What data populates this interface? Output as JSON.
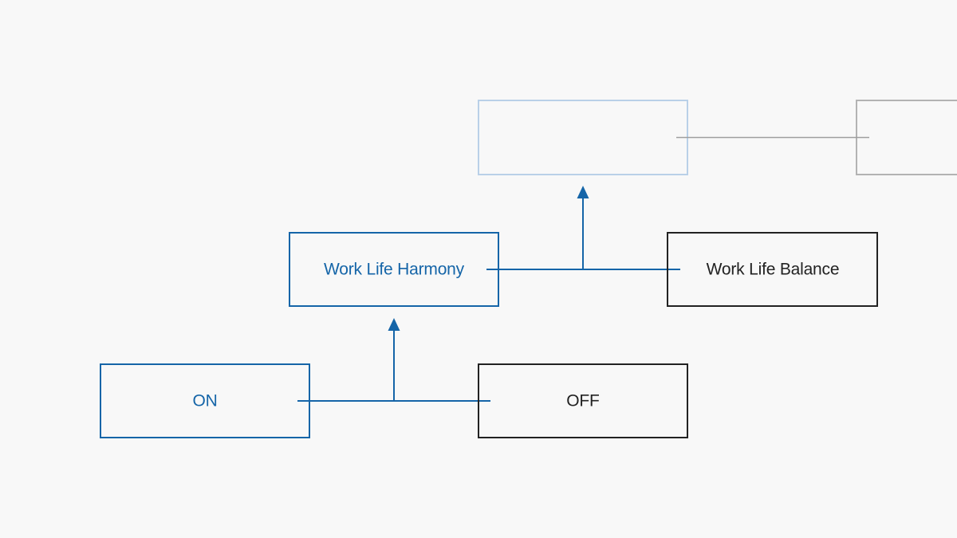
{
  "diagram": {
    "colors": {
      "background": "#f8f8f8",
      "accent": "#1565a8",
      "neutral": "#222222",
      "faded_accent": "#b9d0e8",
      "faded_neutral": "#b3b3b3"
    },
    "nodes": {
      "on": {
        "label": "ON"
      },
      "off": {
        "label": "OFF"
      },
      "work_life_harmony": {
        "label": "Work Life Harmony"
      },
      "work_life_balance": {
        "label": "Work Life Balance"
      },
      "next_accent": {
        "label": ""
      },
      "next_neutral": {
        "label": ""
      }
    }
  }
}
